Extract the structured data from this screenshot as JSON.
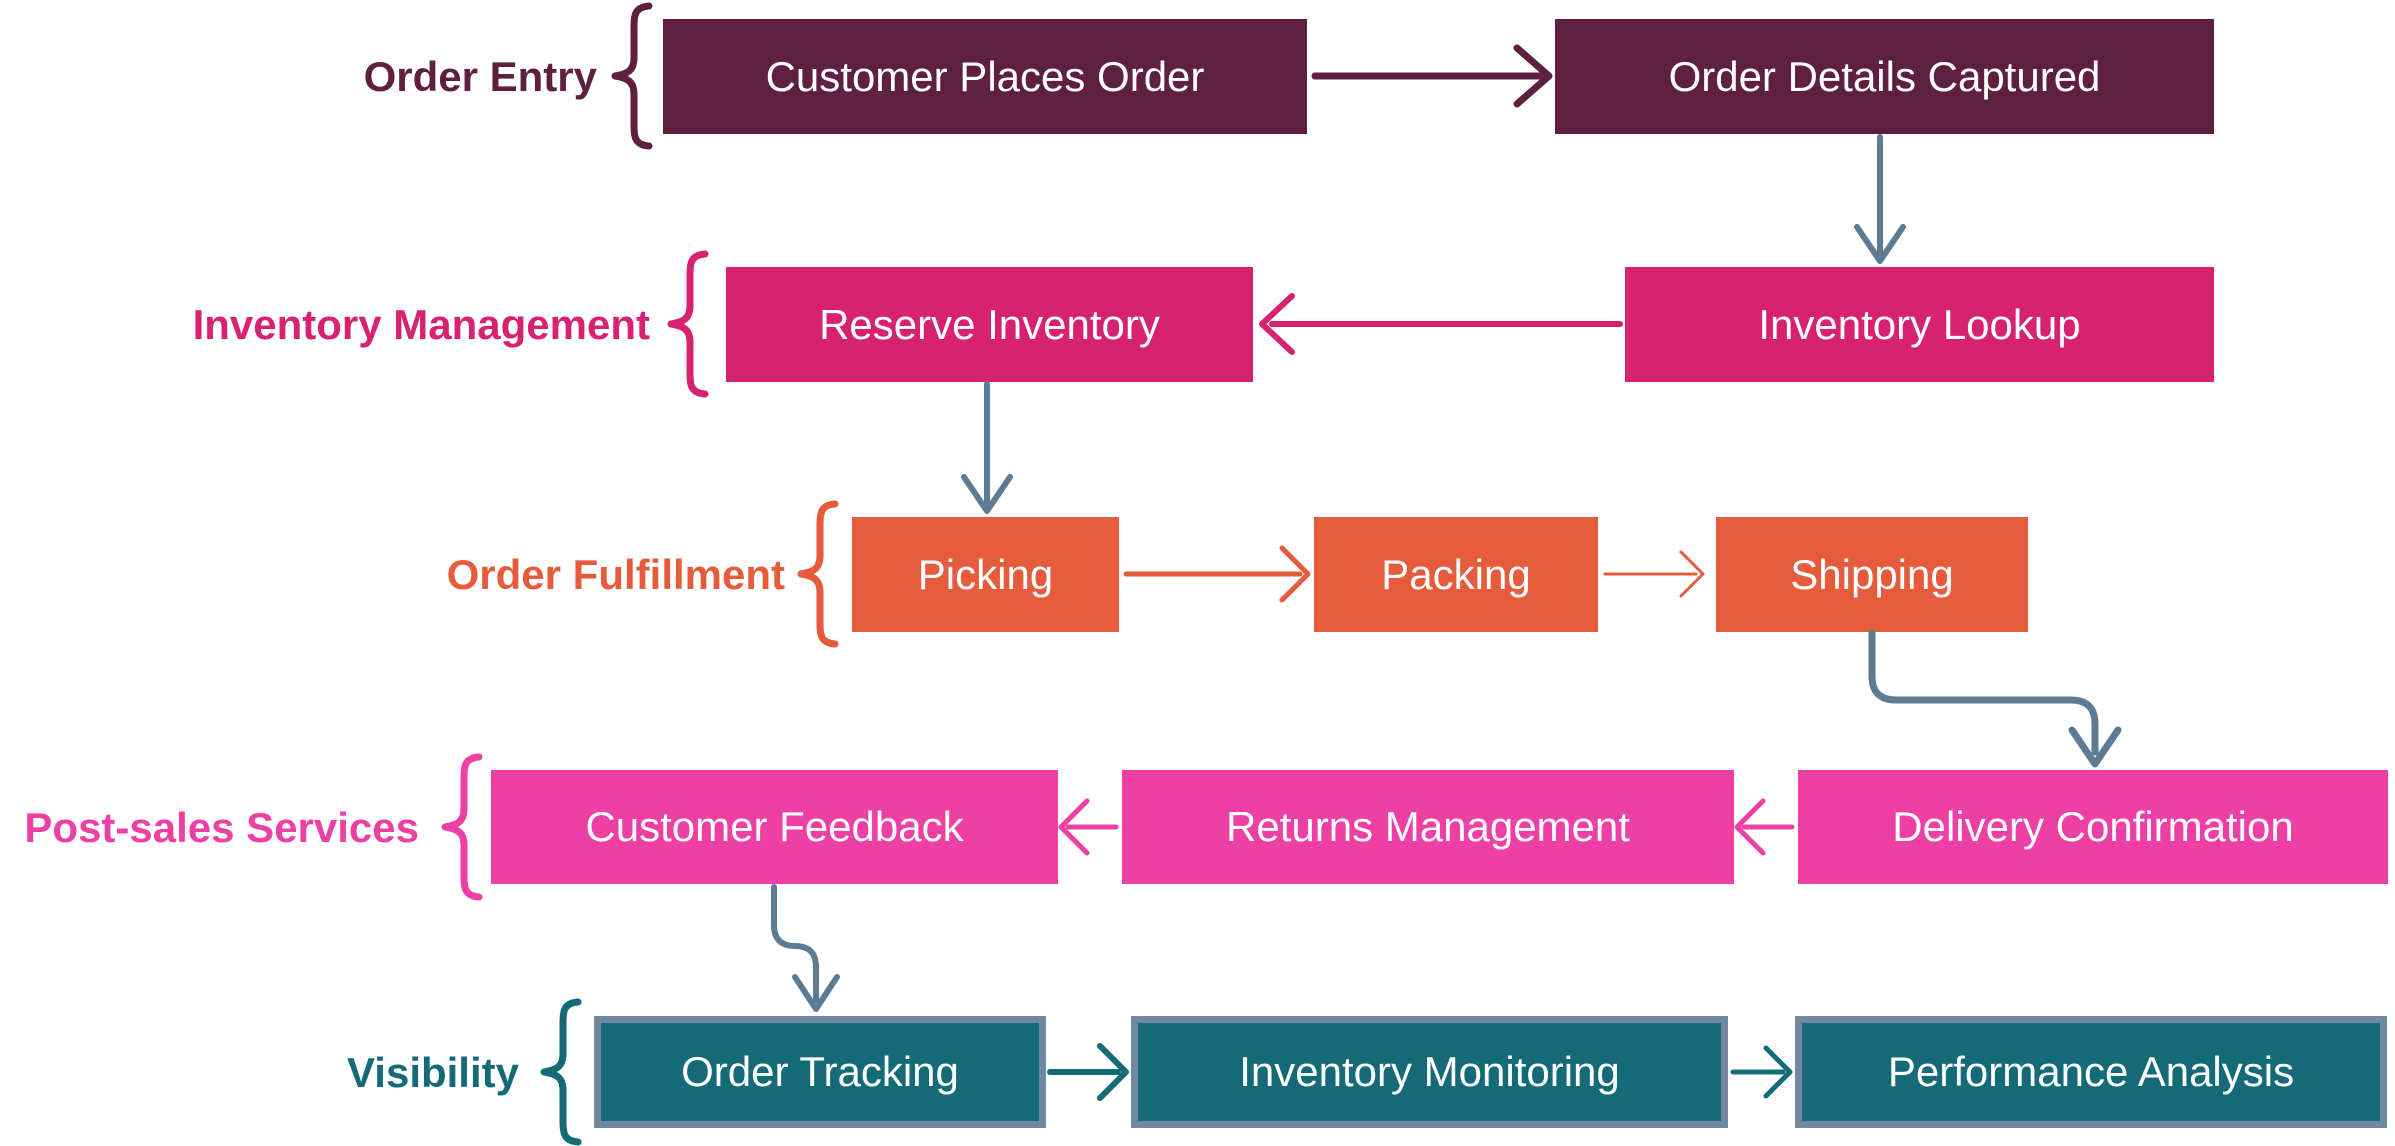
{
  "diagram_type": "flowchart",
  "lanes": [
    {
      "label": "Order Entry",
      "color": "#5e1f41",
      "nodes": [
        "Customer Places Order",
        "Order Details Captured"
      ]
    },
    {
      "label": "Inventory Management",
      "color": "#d62270",
      "nodes": [
        "Reserve Inventory",
        "Inventory Lookup"
      ]
    },
    {
      "label": "Order Fulfillment",
      "color": "#e65b3b",
      "nodes": [
        "Picking",
        "Packing",
        "Shipping"
      ]
    },
    {
      "label": "Post-sales Services",
      "color": "#ee3fa5",
      "nodes": [
        "Customer Feedback",
        "Returns Management",
        "Delivery Confirmation"
      ]
    },
    {
      "label": "Visibility",
      "color": "#156a78",
      "border_color": "#7288a1",
      "nodes": [
        "Order Tracking",
        "Inventory Monitoring",
        "Performance Analysis"
      ]
    }
  ],
  "edges": [
    {
      "from": "Customer Places Order",
      "to": "Order Details Captured",
      "color": "#5e1f41",
      "direction": "right"
    },
    {
      "from": "Order Details Captured",
      "to": "Inventory Lookup",
      "color": "#5e7b94",
      "direction": "down"
    },
    {
      "from": "Inventory Lookup",
      "to": "Reserve Inventory",
      "color": "#d62270",
      "direction": "left"
    },
    {
      "from": "Reserve Inventory",
      "to": "Picking",
      "color": "#5e7b94",
      "direction": "down"
    },
    {
      "from": "Picking",
      "to": "Packing",
      "color": "#e65b3b",
      "direction": "right"
    },
    {
      "from": "Packing",
      "to": "Shipping",
      "color": "#e65b3b",
      "direction": "right"
    },
    {
      "from": "Shipping",
      "to": "Delivery Confirmation",
      "color": "#5e7b94",
      "direction": "down-right-elbow"
    },
    {
      "from": "Delivery Confirmation",
      "to": "Returns Management",
      "color": "#ee3fa5",
      "direction": "left"
    },
    {
      "from": "Returns Management",
      "to": "Customer Feedback",
      "color": "#ee3fa5",
      "direction": "left"
    },
    {
      "from": "Customer Feedback",
      "to": "Order Tracking",
      "color": "#5e7b94",
      "direction": "down-right-elbow"
    },
    {
      "from": "Order Tracking",
      "to": "Inventory Monitoring",
      "color": "#156a78",
      "direction": "right"
    },
    {
      "from": "Inventory Monitoring",
      "to": "Performance Analysis",
      "color": "#156a78",
      "direction": "right"
    }
  ],
  "colors": {
    "background": "#ffffff",
    "node_text": "#ffffff",
    "connector": "#5e7b94"
  }
}
